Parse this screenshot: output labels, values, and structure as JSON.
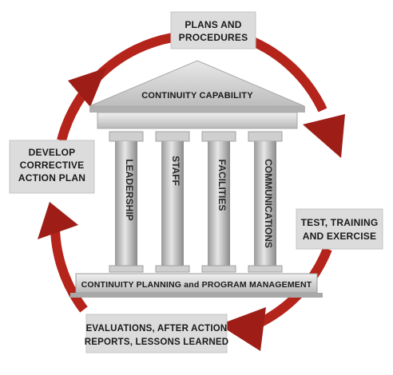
{
  "diagram": {
    "cycle_color": "#b5241b",
    "cycle_dark": "#7a1410",
    "steps": [
      {
        "lines": [
          "PLANS AND",
          "PROCEDURES"
        ]
      },
      {
        "lines": [
          "TEST, TRAINING",
          "AND EXERCISE"
        ]
      },
      {
        "lines": [
          "EVALUATIONS, AFTER ACTION",
          "REPORTS, LESSONS LEARNED"
        ]
      },
      {
        "lines": [
          "DEVELOP",
          "CORRECTIVE",
          "ACTION PLAN"
        ]
      }
    ],
    "building": {
      "roof_label": "CONTINUITY CAPABILITY",
      "pillars": [
        "LEADERSHIP",
        "STAFF",
        "FACILITIES",
        "COMMUNICATIONS"
      ],
      "base_label": "CONTINUITY PLANNING and PROGRAM MANAGEMENT"
    }
  }
}
